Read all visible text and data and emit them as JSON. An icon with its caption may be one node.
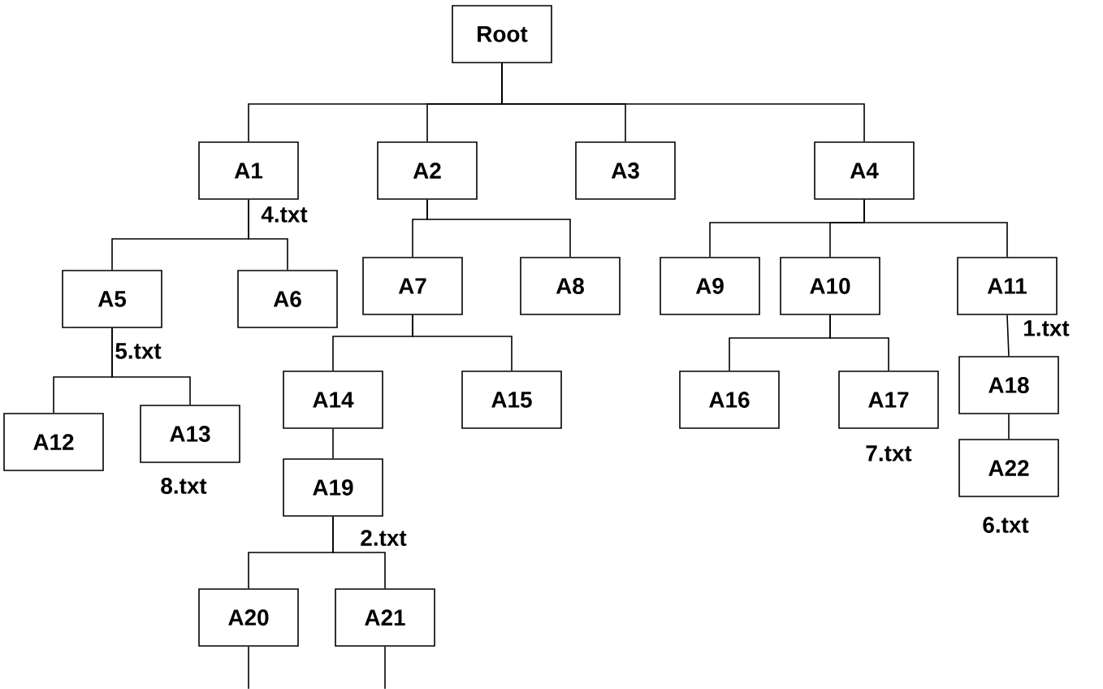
{
  "diagram": {
    "nodes": [
      {
        "text": [
          "Root"
        ]
      },
      {
        "text": [
          "A1"
        ],
        "beside": [
          "4.txt"
        ]
      },
      {
        "text": [
          "A2"
        ]
      },
      {
        "text": [
          "A3"
        ]
      },
      {
        "text": [
          "A4"
        ]
      },
      {
        "text": [
          "A5"
        ],
        "beside": [
          "5.txt"
        ]
      },
      {
        "text": [
          "A6"
        ]
      },
      {
        "text": [
          "A7"
        ]
      },
      {
        "text": [
          "A8"
        ]
      },
      {
        "text": [
          "A9"
        ]
      },
      {
        "text": [
          "A10"
        ]
      },
      {
        "text": [
          "A11"
        ],
        "beside": [
          "1.txt"
        ]
      },
      {
        "text": [
          "A12"
        ]
      },
      {
        "text": [
          "A13"
        ],
        "beside": [
          "8.txt"
        ]
      },
      {
        "text": [
          "A14"
        ]
      },
      {
        "text": [
          "A15"
        ]
      },
      {
        "text": [
          "A16"
        ]
      },
      {
        "text": [
          "A17"
        ],
        "beside": [
          "7.txt"
        ]
      },
      {
        "text": [
          "A18"
        ]
      },
      {
        "text": [
          "A19"
        ],
        "beside": [
          "2.txt"
        ]
      },
      {
        "text": [
          "A22"
        ],
        "beside": [
          "6.txt"
        ]
      },
      {
        "text": [
          "A20"
        ]
      },
      {
        "text": [
          "A21"
        ]
      }
    ],
    "edges": [
      {
        "from": 0,
        "to": 1,
        "arrow": "none"
      },
      {
        "from": 0,
        "to": 2,
        "arrow": "none"
      },
      {
        "from": 0,
        "to": 3,
        "arrow": "none"
      },
      {
        "from": 0,
        "to": 4,
        "arrow": "none"
      },
      {
        "from": 1,
        "to": 5,
        "arrow": "none"
      },
      {
        "from": 1,
        "to": 6,
        "arrow": "none"
      },
      {
        "from": 2,
        "to": 7,
        "arrow": "none"
      },
      {
        "from": 2,
        "to": 8,
        "arrow": "none"
      },
      {
        "from": 4,
        "to": 9,
        "arrow": "none"
      },
      {
        "from": 4,
        "to": 10,
        "arrow": "none"
      },
      {
        "from": 4,
        "to": 11,
        "arrow": "none"
      },
      {
        "from": 5,
        "to": 12,
        "arrow": "none"
      },
      {
        "from": 5,
        "to": 13,
        "arrow": "none"
      },
      {
        "from": 7,
        "to": 14,
        "arrow": "none"
      },
      {
        "from": 7,
        "to": 15,
        "arrow": "none"
      },
      {
        "from": 10,
        "to": 16,
        "arrow": "none"
      },
      {
        "from": 10,
        "to": 17,
        "arrow": "none"
      },
      {
        "from": 11,
        "to": 18,
        "arrow": "none"
      },
      {
        "from": 18,
        "to": 20,
        "arrow": "none"
      },
      {
        "from": 14,
        "to": 19,
        "arrow": "none"
      },
      {
        "from": 19,
        "to": 21,
        "arrow": "none"
      },
      {
        "from": 19,
        "to": 22,
        "arrow": "none"
      },
      {
        "from": 21,
        "to": null,
        "arrow": "none"
      },
      {
        "from": 22,
        "to": null,
        "arrow": "none"
      }
    ]
  }
}
